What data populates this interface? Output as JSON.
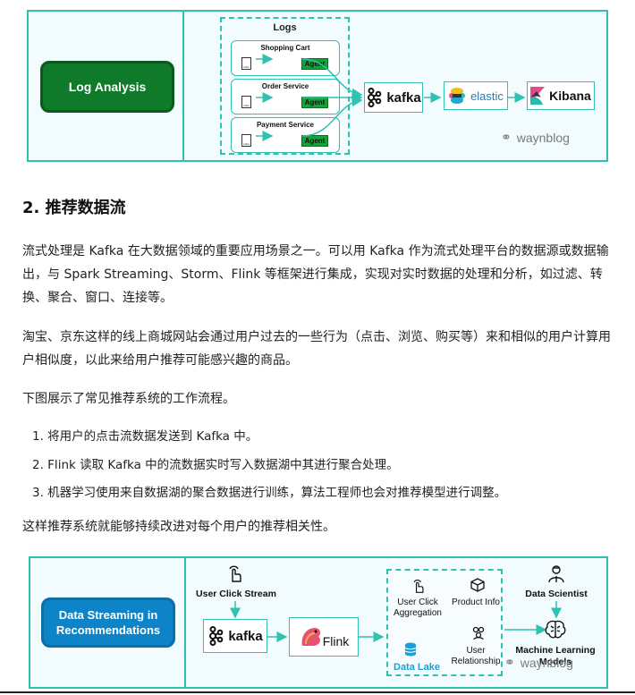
{
  "diagram1": {
    "title": "Log Analysis",
    "logs_label": "Logs",
    "services": [
      {
        "name": "Shopping Cart",
        "agent": "Agent",
        "doc": "LOG"
      },
      {
        "name": "Order Service",
        "agent": "Agent",
        "doc": "LOG"
      },
      {
        "name": "Payment Service",
        "agent": "Agent",
        "doc": "LOG"
      }
    ],
    "kafka": "kafka",
    "elastic": "elastic",
    "kibana": "Kibana",
    "watermark": "waynblog"
  },
  "section": {
    "heading": "2. 推荐数据流",
    "paragraphs": [
      "流式处理是 Kafka 在大数据领域的重要应用场景之一。可以用 Kafka 作为流式处理平台的数据源或数据输出，与 Spark Streaming、Storm、Flink 等框架进行集成，实现对实时数据的处理和分析，如过滤、转换、聚合、窗口、连接等。",
      "淘宝、京东这样的线上商城网站会通过用户过去的一些行为（点击、浏览、购买等）来和相似的用户计算用户相似度，以此来给用户推荐可能感兴趣的商品。",
      "下图展示了常见推荐系统的工作流程。"
    ],
    "steps": [
      "1. 将用户的点击流数据发送到 Kafka 中。",
      "2. Flink 读取 Kafka 中的流数据实时写入数据湖中其进行聚合处理。",
      "3. 机器学习使用来自数据湖的聚合数据进行训练，算法工程师也会对推荐模型进行调整。"
    ],
    "closing": "这样推荐系统就能够持续改进对每个用户的推荐相关性。"
  },
  "diagram2": {
    "title_line1": "Data Streaming in",
    "title_line2": "Recommendations",
    "user_click_stream": "User Click Stream",
    "kafka": "kafka",
    "flink": "Flink",
    "agg_line1": "User Click",
    "agg_line2": "Aggregation",
    "product_info": "Product Info",
    "rel_line1": "User",
    "rel_line2": "Relationship",
    "data_lake": "Data Lake",
    "data_scientist": "Data Scientist",
    "ml_line1": "Machine Learning",
    "ml_line2": "Models",
    "watermark": "waynblog"
  },
  "colors": {
    "teal_border": "#30c1b0",
    "green": "#0f7a2a",
    "blue": "#0c84c7",
    "elastic_blue": "#1f7ec1"
  }
}
